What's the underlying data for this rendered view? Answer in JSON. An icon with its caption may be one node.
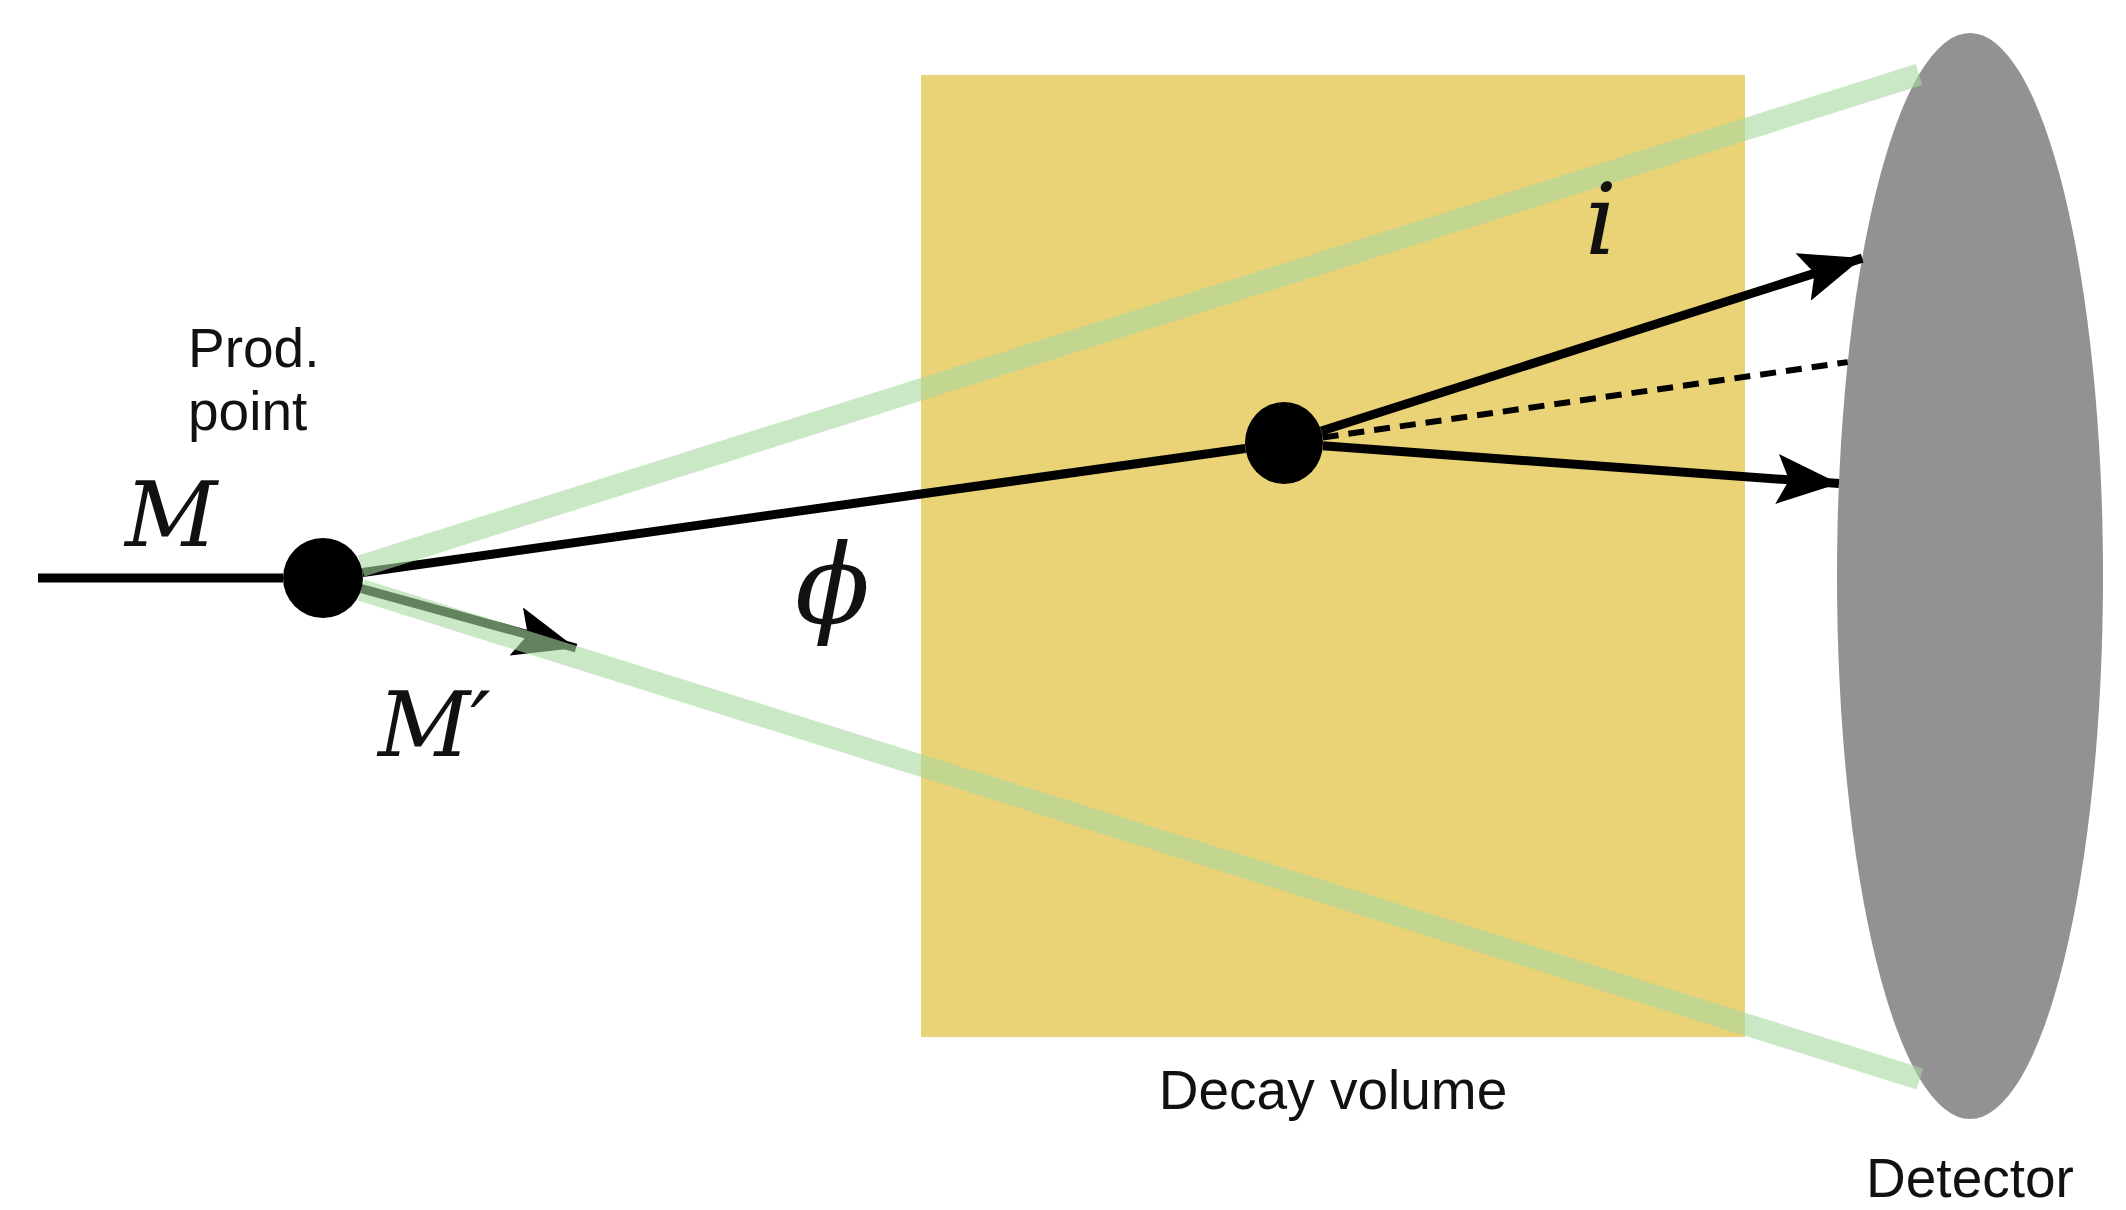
{
  "diagram": {
    "nodes": [
      {
        "text": [],
        "shape": "circle",
        "beside": [
          "Prod. point"
        ]
      },
      {
        "text": [
          "Decay volume"
        ]
      },
      {
        "text": [],
        "shape": "circle",
        "in": 1
      },
      {
        "text": [
          "Detector"
        ]
      }
    ],
    "edges": [
      {
        "from": null,
        "to": 0,
        "arrow": "none",
        "label": "M"
      },
      {
        "from": 0,
        "to": null,
        "arrow": "to",
        "label": "M′"
      },
      {
        "from": 0,
        "to": 2,
        "arrow": "none",
        "label": "ϕ"
      },
      {
        "from": 2,
        "to": 3,
        "arrow": "to",
        "label": "i"
      },
      {
        "from": 2,
        "to": 3,
        "arrow": "to"
      },
      {
        "from": 2,
        "to": 3,
        "arrow": "none",
        "style": "dashed"
      },
      {
        "from": 0,
        "to": 3,
        "arrow": "none",
        "style": "thick",
        "color": "#a8d8a0"
      },
      {
        "from": 0,
        "to": 3,
        "arrow": "none",
        "style": "thick",
        "color": "#a8d8a0"
      }
    ]
  }
}
